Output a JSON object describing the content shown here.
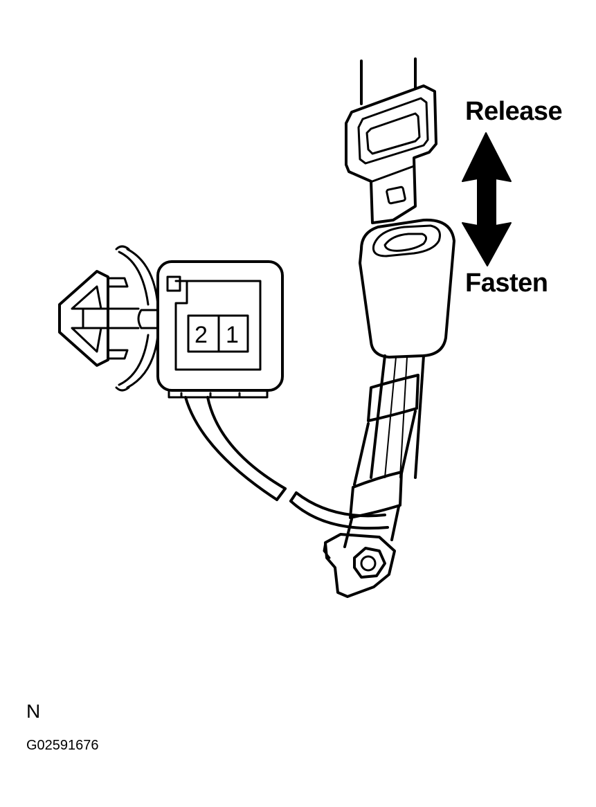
{
  "labels": {
    "release": "Release",
    "fasten": "Fasten",
    "pin_2": "2",
    "pin_1": "1",
    "note_letter": "N",
    "figure_code": "G02591676"
  },
  "icons": [
    "seatbelt-tongue-icon",
    "seatbelt-buckle-icon",
    "connector-icon",
    "push-clip-icon",
    "double-arrow-icon",
    "bolt-icon"
  ],
  "colors": {
    "line": "#000000",
    "background": "#ffffff"
  }
}
